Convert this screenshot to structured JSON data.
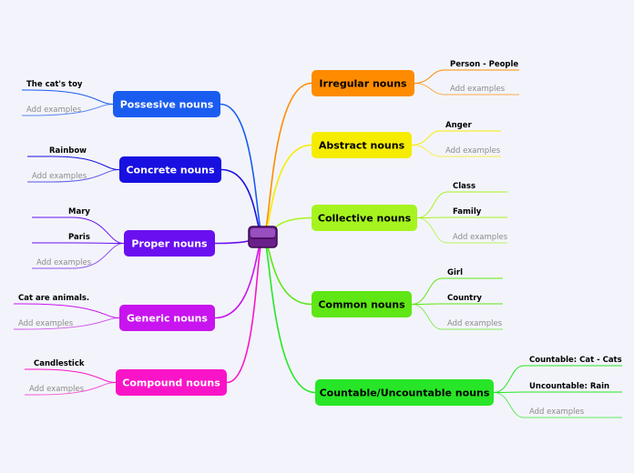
{
  "central": {
    "label": ""
  },
  "branches": [
    {
      "label": "Irregular nouns",
      "color": "#ff8c00",
      "text_color": "#000000",
      "children": [
        "Person - People"
      ],
      "add_label": "Add examples"
    },
    {
      "label": "Abstract nouns",
      "color": "#f5ec00",
      "text_color": "#000000",
      "children": [
        "Anger"
      ],
      "add_label": "Add examples"
    },
    {
      "label": "Collective nouns",
      "color": "#a6f41f",
      "text_color": "#000000",
      "children": [
        "Class",
        "Family"
      ],
      "add_label": "Add examples"
    },
    {
      "label": "Common nouns",
      "color": "#5ee615",
      "text_color": "#000000",
      "children": [
        "Girl",
        "Country"
      ],
      "add_label": "Add examples"
    },
    {
      "label": "Countable/Uncountable nouns",
      "color": "#27e627",
      "text_color": "#000000",
      "children": [
        "Countable: Cat - Cats",
        "Uncountable: Rain"
      ],
      "add_label": "Add examples"
    },
    {
      "label": "Possesive nouns",
      "color": "#1a5cf0",
      "text_color": "#ffffff",
      "children": [
        "The cat's toy"
      ],
      "add_label": "Add examples"
    },
    {
      "label": "Concrete nouns",
      "color": "#1810e0",
      "text_color": "#ffffff",
      "children": [
        "Rainbow"
      ],
      "add_label": "Add examples"
    },
    {
      "label": "Proper nouns",
      "color": "#6a10f0",
      "text_color": "#ffffff",
      "children": [
        "Mary",
        "Paris"
      ],
      "add_label": "Add examples"
    },
    {
      "label": "Generic nouns",
      "color": "#c814ee",
      "text_color": "#ffffff",
      "children": [
        "Cat are animals."
      ],
      "add_label": "Add examples"
    },
    {
      "label": "Compound nouns",
      "color": "#fa14c8",
      "text_color": "#ffffff",
      "children": [
        "Candlestick"
      ],
      "add_label": "Add examples"
    }
  ]
}
